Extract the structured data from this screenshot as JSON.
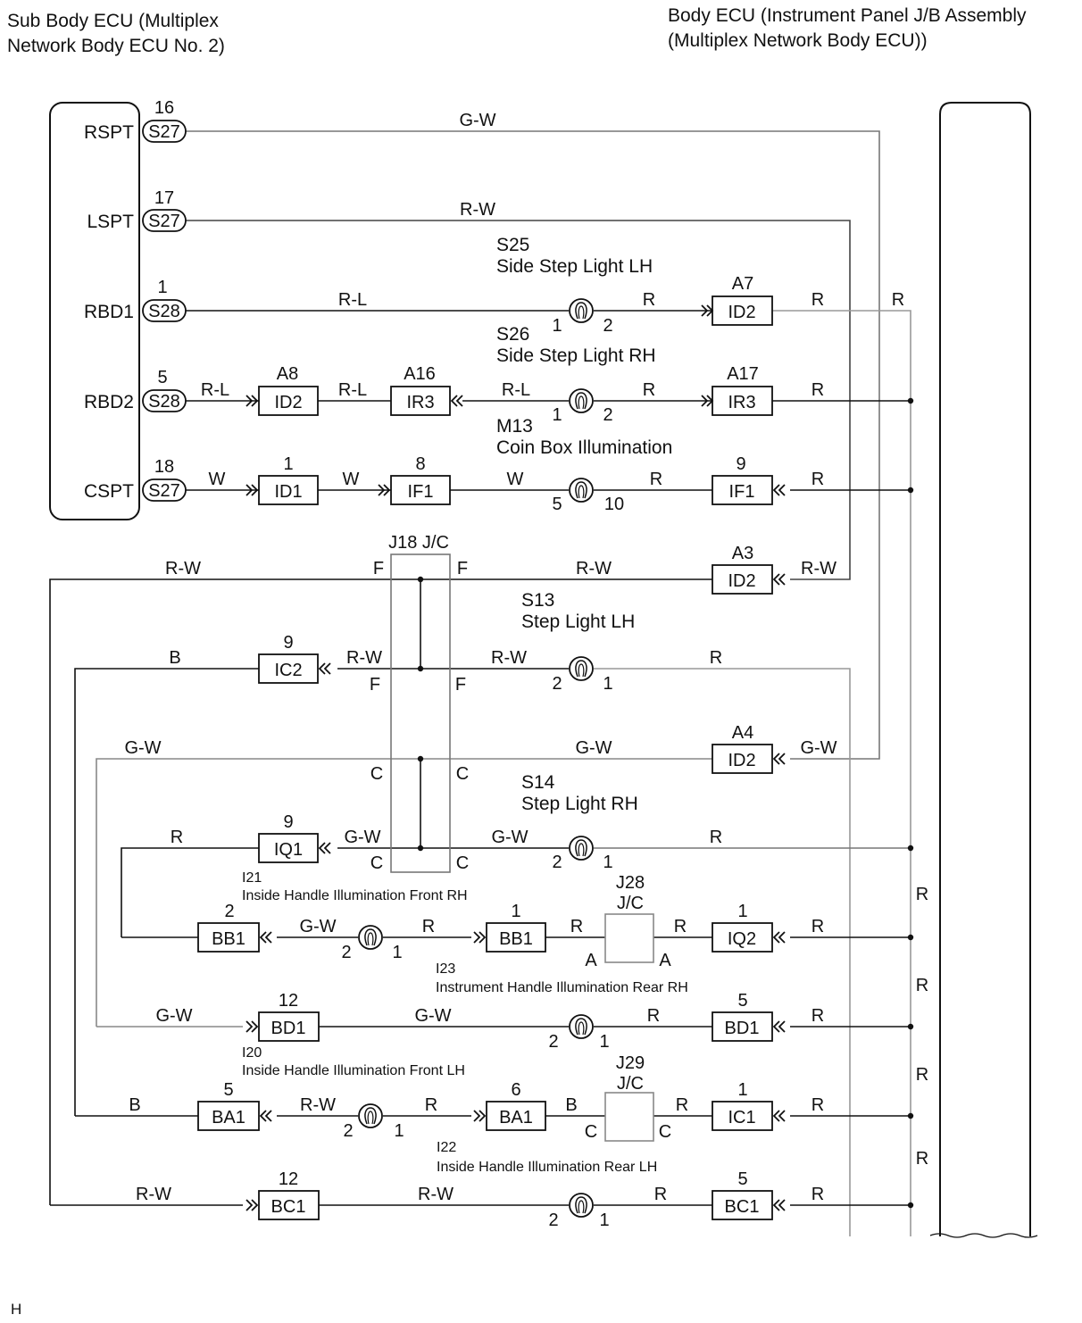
{
  "header": {
    "left_line1": "Sub Body ECU (Multiplex",
    "left_line2": "Network Body ECU No. 2)",
    "right_line1": "Body ECU (Instrument Panel J/B Assembly",
    "right_line2": "(Multiplex Network Body ECU))"
  },
  "ecu_pins": {
    "rspt": "RSPT",
    "lspt": "LSPT",
    "rbd1": "RBD1",
    "rbd2": "RBD2",
    "cspt": "CSPT"
  },
  "components": {
    "s25_code": "S25",
    "s25_name": "Side Step Light LH",
    "s26_code": "S26",
    "s26_name": "Side Step Light RH",
    "m13_code": "M13",
    "m13_name": "Coin Box Illumination",
    "s13_code": "S13",
    "s13_name": "Step Light LH",
    "s14_code": "S14",
    "s14_name": "Step Light RH",
    "i21_code": "I21",
    "i21_name": "Inside Handle Illumination Front RH",
    "i23_code": "I23",
    "i23_name": "Instrument Handle Illumination Rear RH",
    "i20_code": "I20",
    "i20_name": "Inside Handle Illumination Front LH",
    "i22_code": "I22",
    "i22_name": "Inside Handle Illumination Rear LH"
  },
  "junctions": {
    "j18": "J18 J/C",
    "j28_code": "J28",
    "j28_jc": "J/C",
    "j29_code": "J29",
    "j29_jc": "J/C"
  },
  "wire_colors": {
    "gw": "G-W",
    "rw": "R-W",
    "rl": "R-L",
    "r": "R",
    "w": "W",
    "b": "B"
  },
  "labels": {
    "s27": "S27",
    "s28": "S28",
    "id1": "ID1",
    "id2": "ID2",
    "ir3": "IR3",
    "if1": "IF1",
    "ic1": "IC1",
    "ic2": "IC2",
    "iq1": "IQ1",
    "iq2": "IQ2",
    "bb1": "BB1",
    "bd1": "BD1",
    "ba1": "BA1",
    "bc1": "BC1",
    "a3": "A3",
    "a4": "A4",
    "a7": "A7",
    "a8": "A8",
    "a16": "A16",
    "a17": "A17",
    "f": "F",
    "c": "C",
    "a": "A",
    "n1": "1",
    "n2": "2",
    "n5": "5",
    "n6": "6",
    "n8": "8",
    "n9": "9",
    "n10": "10",
    "n12": "12",
    "n16": "16",
    "n17": "17",
    "n18": "18"
  },
  "footer": {
    "code": "H"
  }
}
